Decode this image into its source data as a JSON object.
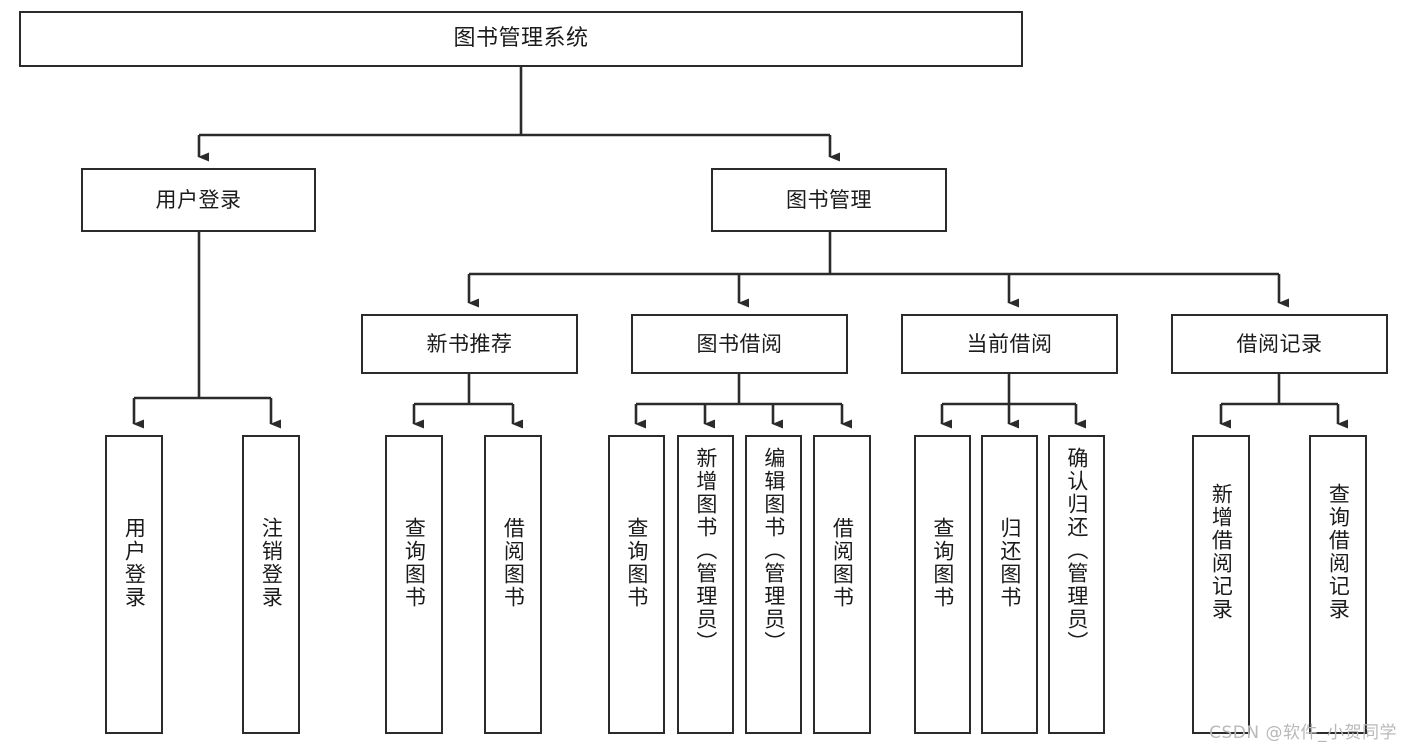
{
  "diagram": {
    "title": "图书管理系统",
    "type": "功能结构图",
    "watermark": "CSDN @软件_小贺同学",
    "colors": {
      "border": "#2b2b2b",
      "background": "#ffffff",
      "text": "#1b1b1b",
      "edge": "#2b2b2b",
      "watermark": "#b9b9b9"
    }
  },
  "nodes": {
    "root": {
      "label": "图书管理系统"
    },
    "level2": [
      {
        "id": "user-login",
        "label": "用户登录"
      },
      {
        "id": "book-management",
        "label": "图书管理"
      }
    ],
    "level3": [
      {
        "id": "new-book-recommend",
        "label": "新书推荐"
      },
      {
        "id": "book-borrow",
        "label": "图书借阅"
      },
      {
        "id": "current-borrow",
        "label": "当前借阅"
      },
      {
        "id": "borrow-record",
        "label": "借阅记录"
      }
    ],
    "leaves": {
      "user_login": [
        {
          "id": "leaf-user-login",
          "label": "用户登录"
        },
        {
          "id": "leaf-user-logout",
          "label": "注销登录"
        }
      ],
      "new_book_recommend": [
        {
          "id": "leaf-query-book-1",
          "label": "查询图书"
        },
        {
          "id": "leaf-borrow-book-1",
          "label": "借阅图书"
        }
      ],
      "book_borrow": [
        {
          "id": "leaf-query-book-2",
          "label": "查询图书"
        },
        {
          "id": "leaf-add-book",
          "label": "新增图书（管理员）"
        },
        {
          "id": "leaf-edit-book",
          "label": "编辑图书（管理员）"
        },
        {
          "id": "leaf-borrow-book-2",
          "label": "借阅图书"
        }
      ],
      "current_borrow": [
        {
          "id": "leaf-query-book-3",
          "label": "查询图书"
        },
        {
          "id": "leaf-return-book",
          "label": "归还图书"
        },
        {
          "id": "leaf-confirm-return",
          "label": "确认归还（管理员）"
        }
      ],
      "borrow_record": [
        {
          "id": "leaf-add-record",
          "label": "新增借阅记录"
        },
        {
          "id": "leaf-query-record",
          "label": "查询借阅记录"
        }
      ]
    }
  }
}
